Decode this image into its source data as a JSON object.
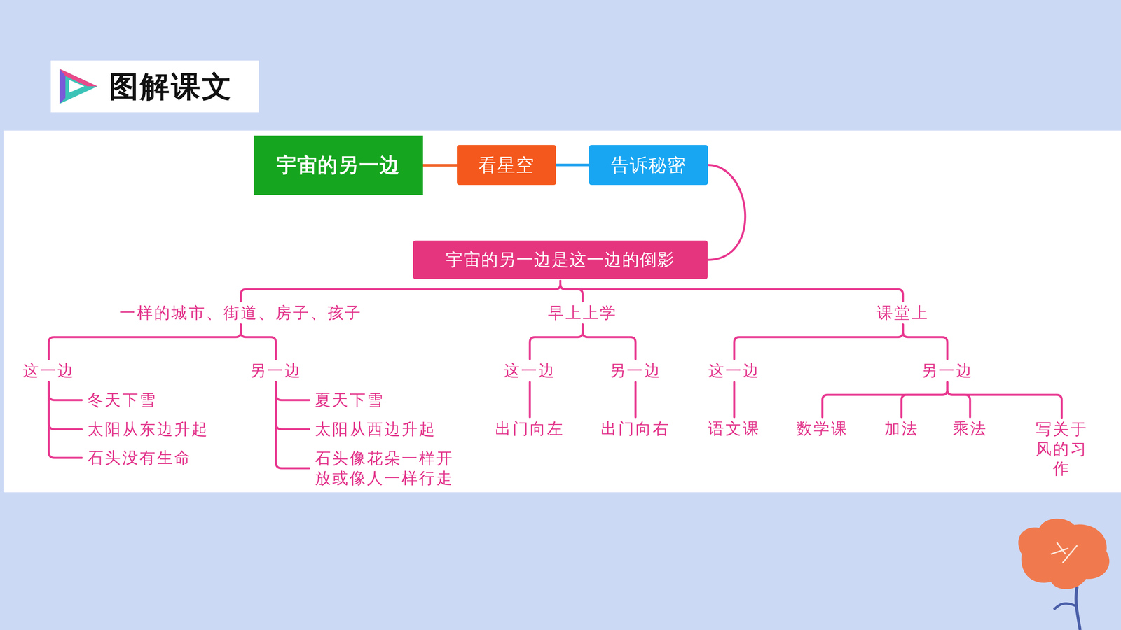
{
  "diagram": {
    "nodes": [
      {
        "text": [
          "宇宙的另一边"
        ]
      },
      {
        "text": [
          "看星空"
        ]
      },
      {
        "text": [
          "告诉秘密"
        ]
      },
      {
        "text": [
          "宇宙的另一边是这一边的倒影"
        ]
      },
      {
        "text": [
          "一样的城市、街道、房子、孩子"
        ]
      },
      {
        "text": [
          "早上上学"
        ]
      },
      {
        "text": [
          "课堂上"
        ]
      },
      {
        "text": [
          "这一边"
        ]
      },
      {
        "text": [
          "另一边"
        ]
      },
      {
        "text": [
          "冬天下雪"
        ]
      },
      {
        "text": [
          "太阳从东边升起"
        ]
      },
      {
        "text": [
          "石头没有生命"
        ]
      },
      {
        "text": [
          "夏天下雪"
        ]
      },
      {
        "text": [
          "太阳从西边升起"
        ]
      },
      {
        "text": [
          "石头像花朵一样开放或像人一样行走"
        ]
      },
      {
        "text": [
          "这一边"
        ]
      },
      {
        "text": [
          "另一边"
        ]
      },
      {
        "text": [
          "出门向左"
        ]
      },
      {
        "text": [
          "出门向右"
        ]
      },
      {
        "text": [
          "这一边"
        ]
      },
      {
        "text": [
          "另一边"
        ]
      },
      {
        "text": [
          "语文课"
        ]
      },
      {
        "text": [
          "数学课"
        ]
      },
      {
        "text": [
          "加法"
        ]
      },
      {
        "text": [
          "乘法"
        ]
      },
      {
        "text": [
          "写关于风的习作"
        ]
      }
    ],
    "edges": [
      {
        "from": 0,
        "to": 1,
        "arrow": "none"
      },
      {
        "from": 1,
        "to": 2,
        "arrow": "none"
      },
      {
        "from": 2,
        "to": 3,
        "arrow": "none"
      },
      {
        "from": 3,
        "to": 4,
        "arrow": "none"
      },
      {
        "from": 3,
        "to": 5,
        "arrow": "none"
      },
      {
        "from": 3,
        "to": 6,
        "arrow": "none"
      },
      {
        "from": 4,
        "to": 7,
        "arrow": "none"
      },
      {
        "from": 4,
        "to": 8,
        "arrow": "none"
      },
      {
        "from": 7,
        "to": 9,
        "arrow": "none"
      },
      {
        "from": 7,
        "to": 10,
        "arrow": "none"
      },
      {
        "from": 7,
        "to": 11,
        "arrow": "none"
      },
      {
        "from": 8,
        "to": 12,
        "arrow": "none"
      },
      {
        "from": 8,
        "to": 13,
        "arrow": "none"
      },
      {
        "from": 8,
        "to": 14,
        "arrow": "none"
      },
      {
        "from": 5,
        "to": 15,
        "arrow": "none"
      },
      {
        "from": 5,
        "to": 16,
        "arrow": "none"
      },
      {
        "from": 15,
        "to": 17,
        "arrow": "none"
      },
      {
        "from": 16,
        "to": 18,
        "arrow": "none"
      },
      {
        "from": 6,
        "to": 19,
        "arrow": "none"
      },
      {
        "from": 6,
        "to": 20,
        "arrow": "none"
      },
      {
        "from": 19,
        "to": 21,
        "arrow": "none"
      },
      {
        "from": 20,
        "to": 22,
        "arrow": "none"
      },
      {
        "from": 20,
        "to": 23,
        "arrow": "none"
      },
      {
        "from": 20,
        "to": 24,
        "arrow": "none"
      },
      {
        "from": 20,
        "to": 25,
        "arrow": "none"
      }
    ],
    "labels": [
      "图解课文"
    ]
  }
}
